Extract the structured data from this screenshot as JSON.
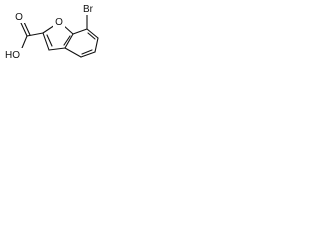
{
  "molecule": {
    "atoms": {
      "ring_oxygen": "O",
      "bromine": "Br",
      "carbonyl_oxygen": "O",
      "hydroxyl": "HO"
    },
    "bond_color": "#111111",
    "background": "#ffffff"
  }
}
